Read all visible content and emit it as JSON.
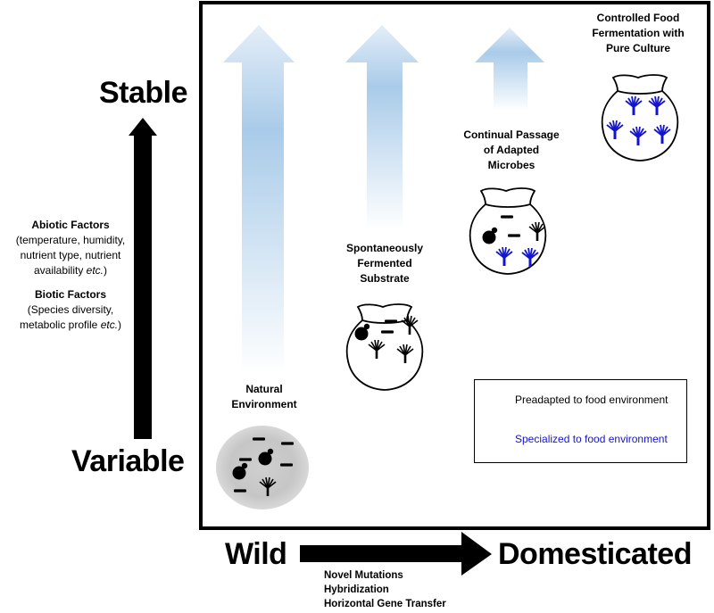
{
  "colors": {
    "specialized_blue": "#1414cc",
    "ambient_blue": "#a9cbe9",
    "natural_grey": "#c9c9c9",
    "ink": "#000000"
  },
  "y_axis": {
    "top_label": "Stable",
    "bottom_label": "Variable",
    "abiotic_title": "Abiotic Factors",
    "abiotic_lines": [
      "(temperature, humidity,",
      "nutrient type, nutrient"
    ],
    "abiotic_last": "availability ",
    "abiotic_etc": "etc.",
    "abiotic_close": ")",
    "biotic_title": "Biotic Factors",
    "biotic_line1": "(Species diversity,",
    "biotic_last": "metabolic profile ",
    "biotic_etc": "etc.",
    "biotic_close": ")"
  },
  "x_axis": {
    "left_label": "Wild",
    "right_label": "Domesticated",
    "mechanisms": [
      "Novel Mutations",
      "Hybridization",
      "Horizontal Gene Transfer"
    ]
  },
  "stages": [
    {
      "id": "natural",
      "lines": [
        "Natural",
        "Environment"
      ]
    },
    {
      "id": "spontaneous",
      "lines": [
        "Spontaneously",
        "Fermented",
        "Substrate"
      ]
    },
    {
      "id": "passage",
      "lines": [
        "Continual Passage",
        "of Adapted",
        "Microbes"
      ]
    },
    {
      "id": "controlled",
      "lines": [
        "Controlled Food",
        "Fermentation with",
        "Pure Culture"
      ]
    }
  ],
  "legend": {
    "preadapted": "Preadapted to food environment",
    "specialized": "Specialized to food environment"
  },
  "icons": {
    "microbe_preadapted": "black-branched-microbe-icon",
    "microbe_specialized": "blue-branched-microbe-icon",
    "budding_yeast": "budding-yeast-icon",
    "rod_bacterium": "rod-bacterium-icon",
    "vessel": "fermentation-jar-icon"
  }
}
